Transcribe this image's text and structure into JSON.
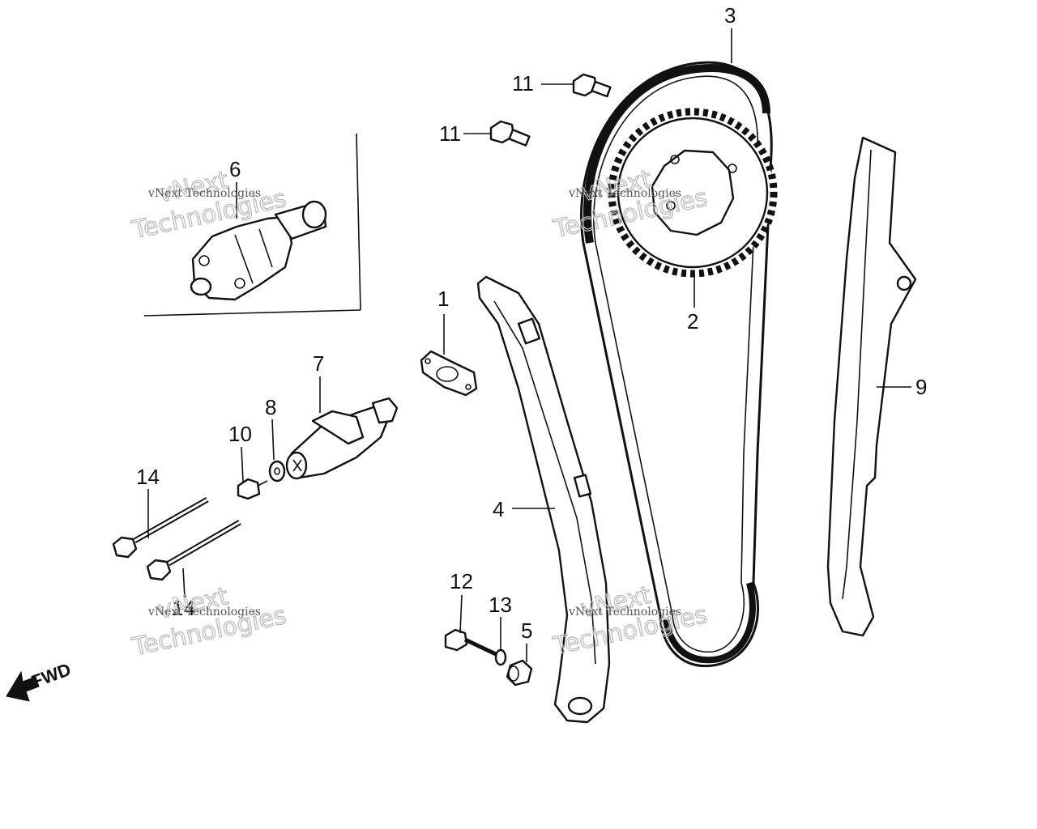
{
  "diagram": {
    "callouts": [
      {
        "id": "c1",
        "label": "1"
      },
      {
        "id": "c2",
        "label": "2"
      },
      {
        "id": "c3",
        "label": "3"
      },
      {
        "id": "c4",
        "label": "4"
      },
      {
        "id": "c5",
        "label": "5"
      },
      {
        "id": "c6",
        "label": "6"
      },
      {
        "id": "c7",
        "label": "7"
      },
      {
        "id": "c8",
        "label": "8"
      },
      {
        "id": "c9",
        "label": "9"
      },
      {
        "id": "c10",
        "label": "10"
      },
      {
        "id": "c11a",
        "label": "11"
      },
      {
        "id": "c11b",
        "label": "11"
      },
      {
        "id": "c12",
        "label": "12"
      },
      {
        "id": "c13",
        "label": "13"
      },
      {
        "id": "c14a",
        "label": "14"
      },
      {
        "id": "c14b",
        "label": "14"
      }
    ],
    "direction_label": "FWD"
  },
  "watermark": {
    "line1": "vNext",
    "line2": "Technologies",
    "small": "vNext Technologies"
  }
}
